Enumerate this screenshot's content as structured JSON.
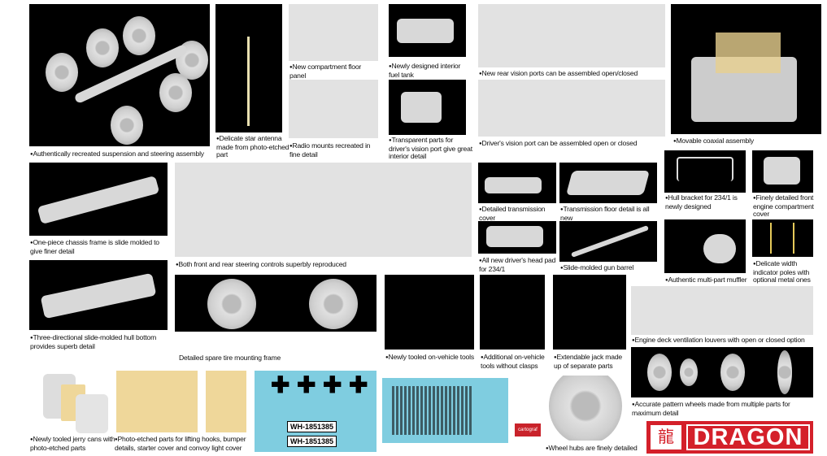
{
  "captions": {
    "suspension": "Authentically recreated suspension and steering assembly",
    "antenna": "Delicate star antenna made from photo-etched part",
    "floor_panel": "New compartment floor panel",
    "radio": "Radio mounts recreated in fine detail",
    "fuel_tank": "Newly designed interior fuel tank",
    "transparent": "Transparent parts for driver's vision port give great interior detail",
    "rear_ports": "New rear vision ports can be assembled open/closed",
    "driver_port": "Driver's vision port can be assembled open or closed",
    "coaxial": "Movable coaxial assembly",
    "chassis": "One-piece chassis frame is slide molded to give finer detail",
    "steering": "Both front and rear steering controls superbly reproduced",
    "trans_cover": "Detailed transmission cover",
    "trans_floor": "Transmission floor detail is all new",
    "head_pad": "All new driver's head pad for 234/1",
    "gun_barrel": "Slide-molded gun barrel",
    "hull_bracket": "Hull bracket for 234/1 is newly designed",
    "engine_cover": "Finely detailed front engine compartment cover",
    "muffler": "Authentic multi-part muffler",
    "width_poles": "Delicate width indicator poles with optional metal ones",
    "hull_bottom": "Three-directional slide-molded hull bottom provides superb detail",
    "spare_tire": "Detailed spare tire mounting frame",
    "tools": "Newly tooled on-vehicle tools",
    "add_tools": "Additional on-vehicle tools without clasps",
    "jack": "Extendable jack made up of separate parts",
    "engine_deck": "Engine deck ventilation louvers with open or closed option",
    "wheels": "Accurate pattern wheels made from multiple parts for maximum detail",
    "jerry_cans": "Newly tooled jerry cans with photo-etched parts",
    "photo_etched": "Photo-etched parts for lifting hooks, bumper details, starter cover and convoy light cover",
    "wheel_hubs": "Wheel hubs are finely detailed"
  },
  "decal": {
    "plate1": "WH-1851385",
    "plate2": "WH-1851385"
  },
  "cartograf": "cartograf",
  "brand": {
    "name": "DRAGON",
    "color": "#d4202a"
  }
}
